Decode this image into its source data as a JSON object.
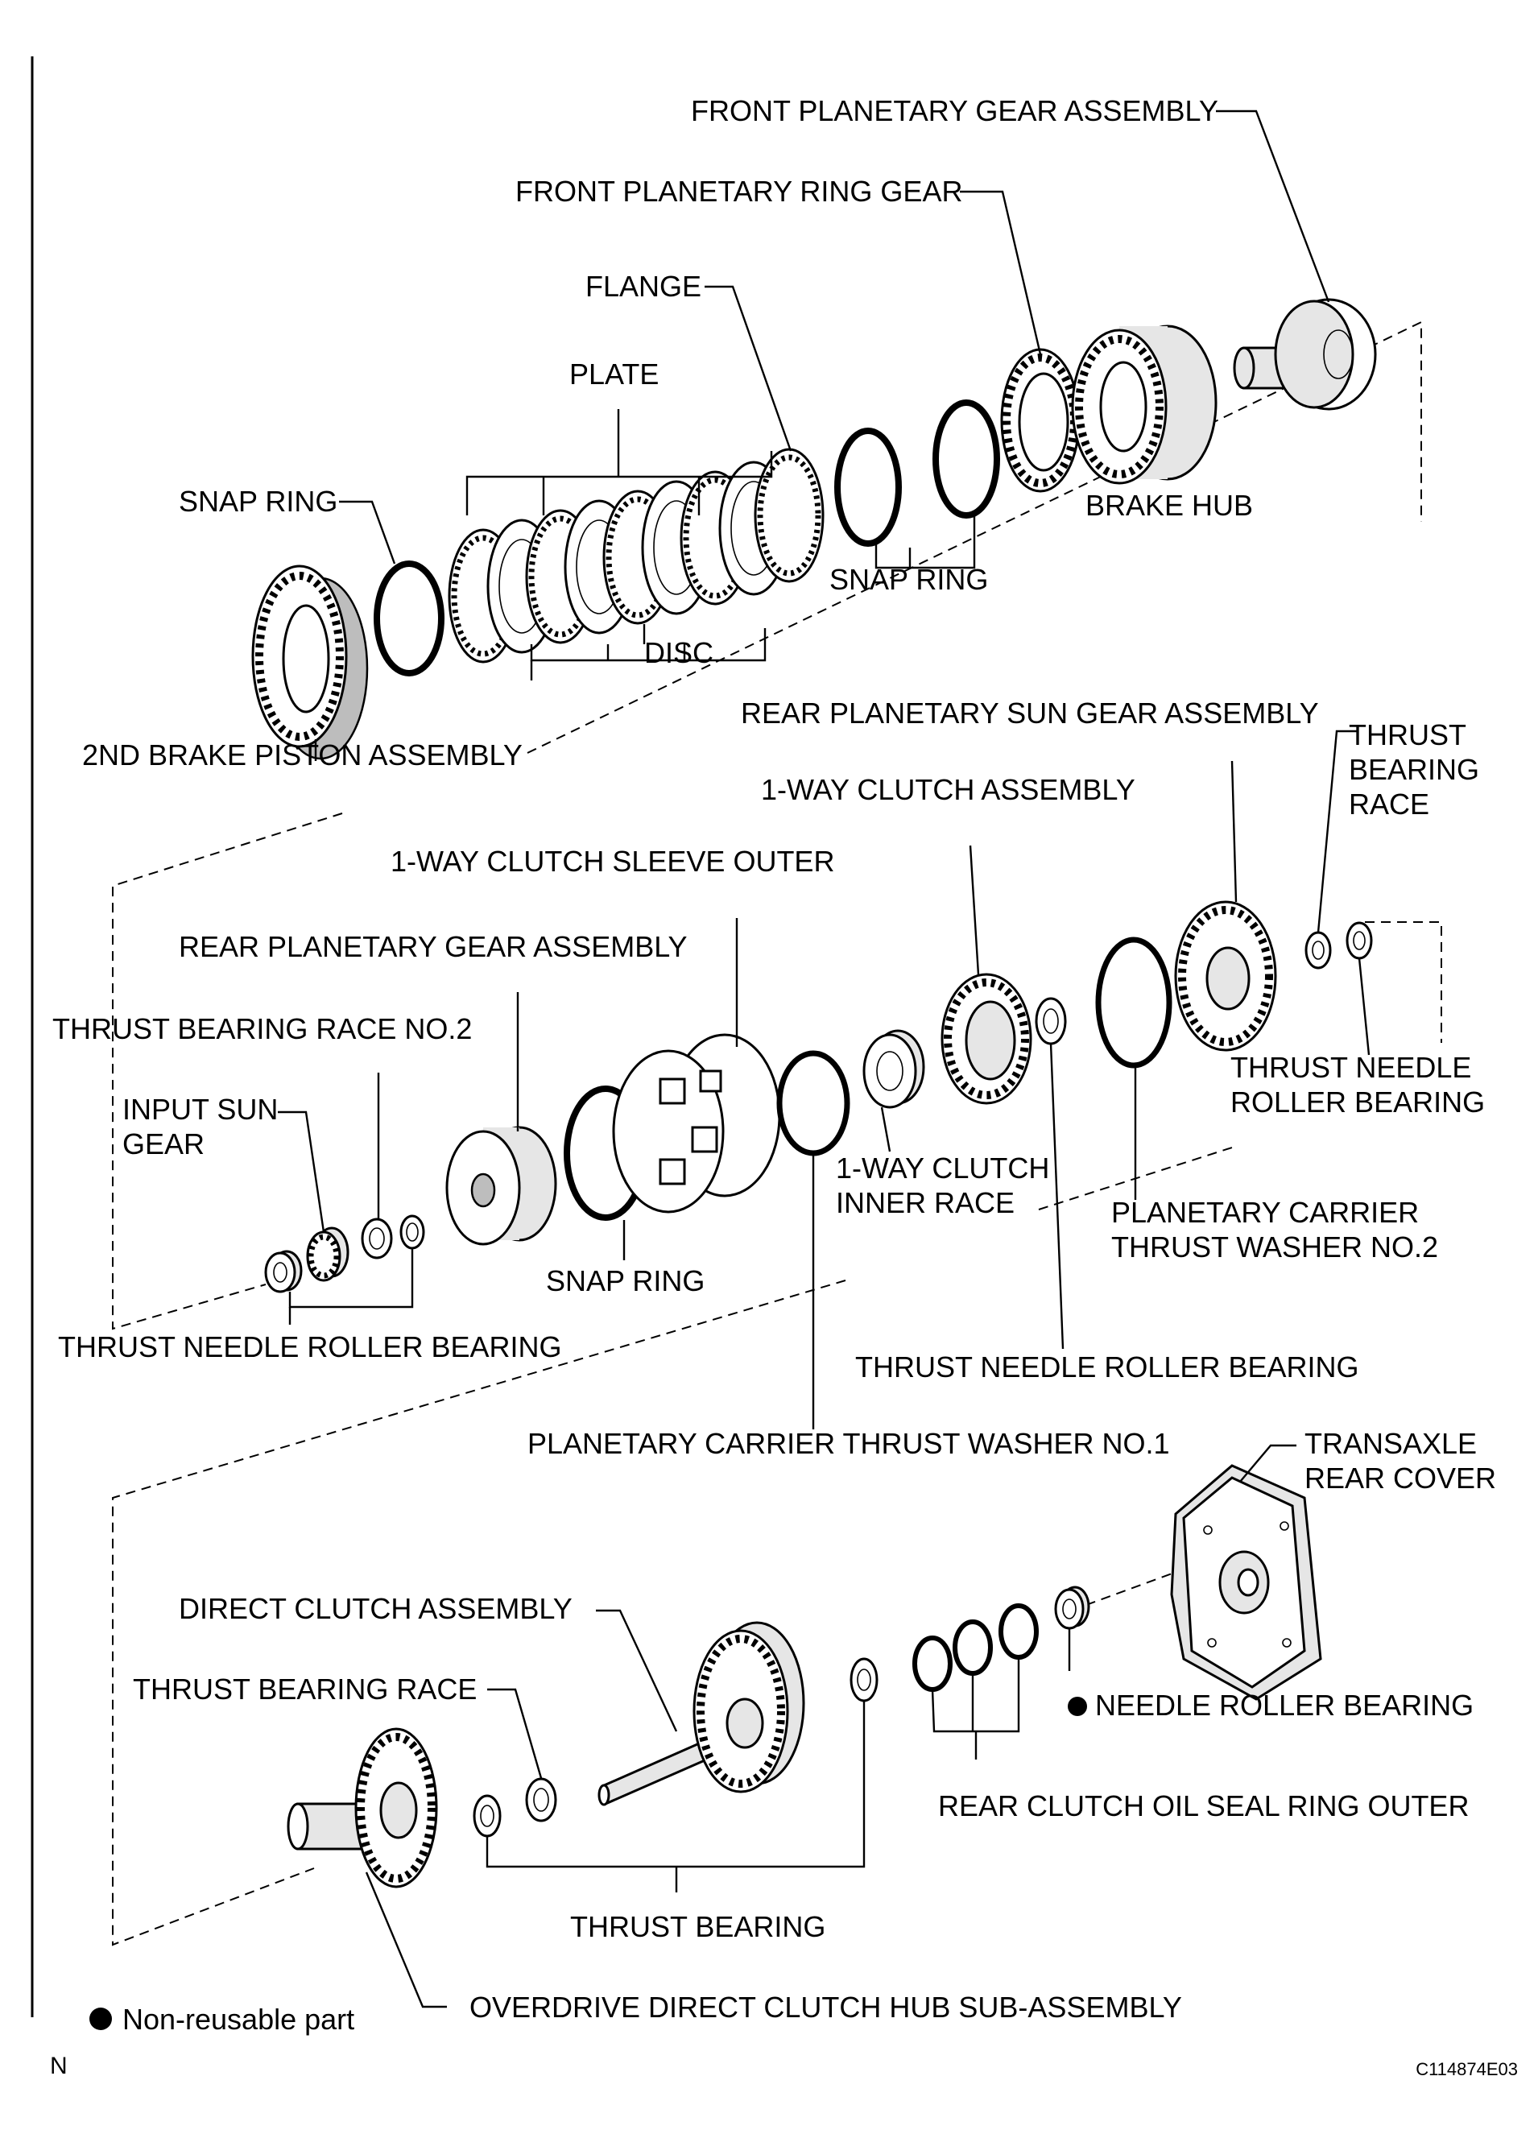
{
  "labels": {
    "front_planetary_gear_assembly": "FRONT PLANETARY GEAR ASSEMBLY",
    "front_planetary_ring_gear": "FRONT PLANETARY RING GEAR",
    "flange": "FLANGE",
    "plate": "PLATE",
    "snap_ring_1": "SNAP RING",
    "snap_ring_2": "SNAP RING",
    "brake_hub": "BRAKE HUB",
    "disc": "DISC",
    "second_brake_piston_assembly": "2ND BRAKE PISTON ASSEMBLY",
    "rear_planetary_sun_gear_assembly": "REAR PLANETARY SUN GEAR ASSEMBLY",
    "thrust_bearing_race_top": [
      "THRUST",
      "BEARING",
      "RACE"
    ],
    "one_way_clutch_assembly": "1-WAY CLUTCH ASSEMBLY",
    "one_way_clutch_sleeve_outer": "1-WAY CLUTCH SLEEVE OUTER",
    "rear_planetary_gear_assembly": "REAR PLANETARY GEAR ASSEMBLY",
    "thrust_bearing_race_no2": "THRUST BEARING RACE NO.2",
    "input_sun_gear": [
      "INPUT SUN",
      "GEAR"
    ],
    "thrust_needle_roller_bearing_right": [
      "THRUST NEEDLE",
      "ROLLER BEARING"
    ],
    "one_way_clutch_inner_race": [
      "1-WAY CLUTCH",
      "INNER RACE"
    ],
    "planetary_carrier_thrust_washer_no2": [
      "PLANETARY CARRIER",
      "THRUST WASHER NO.2"
    ],
    "snap_ring_3": "SNAP RING",
    "thrust_needle_roller_bearing_left": "THRUST NEEDLE ROLLER BEARING",
    "thrust_needle_roller_bearing_mid": "THRUST NEEDLE ROLLER BEARING",
    "planetary_carrier_thrust_washer_no1": "PLANETARY CARRIER THRUST WASHER NO.1",
    "transaxle_rear_cover": [
      "TRANSAXLE",
      "REAR COVER"
    ],
    "direct_clutch_assembly": "DIRECT CLUTCH ASSEMBLY",
    "thrust_bearing_race_bottom": "THRUST BEARING RACE",
    "needle_roller_bearing": "NEEDLE ROLLER BEARING",
    "rear_clutch_oil_seal_ring_outer": "REAR CLUTCH OIL SEAL RING OUTER",
    "thrust_bearing": "THRUST BEARING",
    "overdrive_direct_clutch_hub": "OVERDRIVE DIRECT CLUTCH HUB SUB-ASSEMBLY"
  },
  "legend": {
    "text": "Non-reusable part"
  },
  "corner_letter": "N",
  "figure_code": "C114874E03",
  "icons": {
    "non_reusable_marker": "filled-circle-icon"
  }
}
